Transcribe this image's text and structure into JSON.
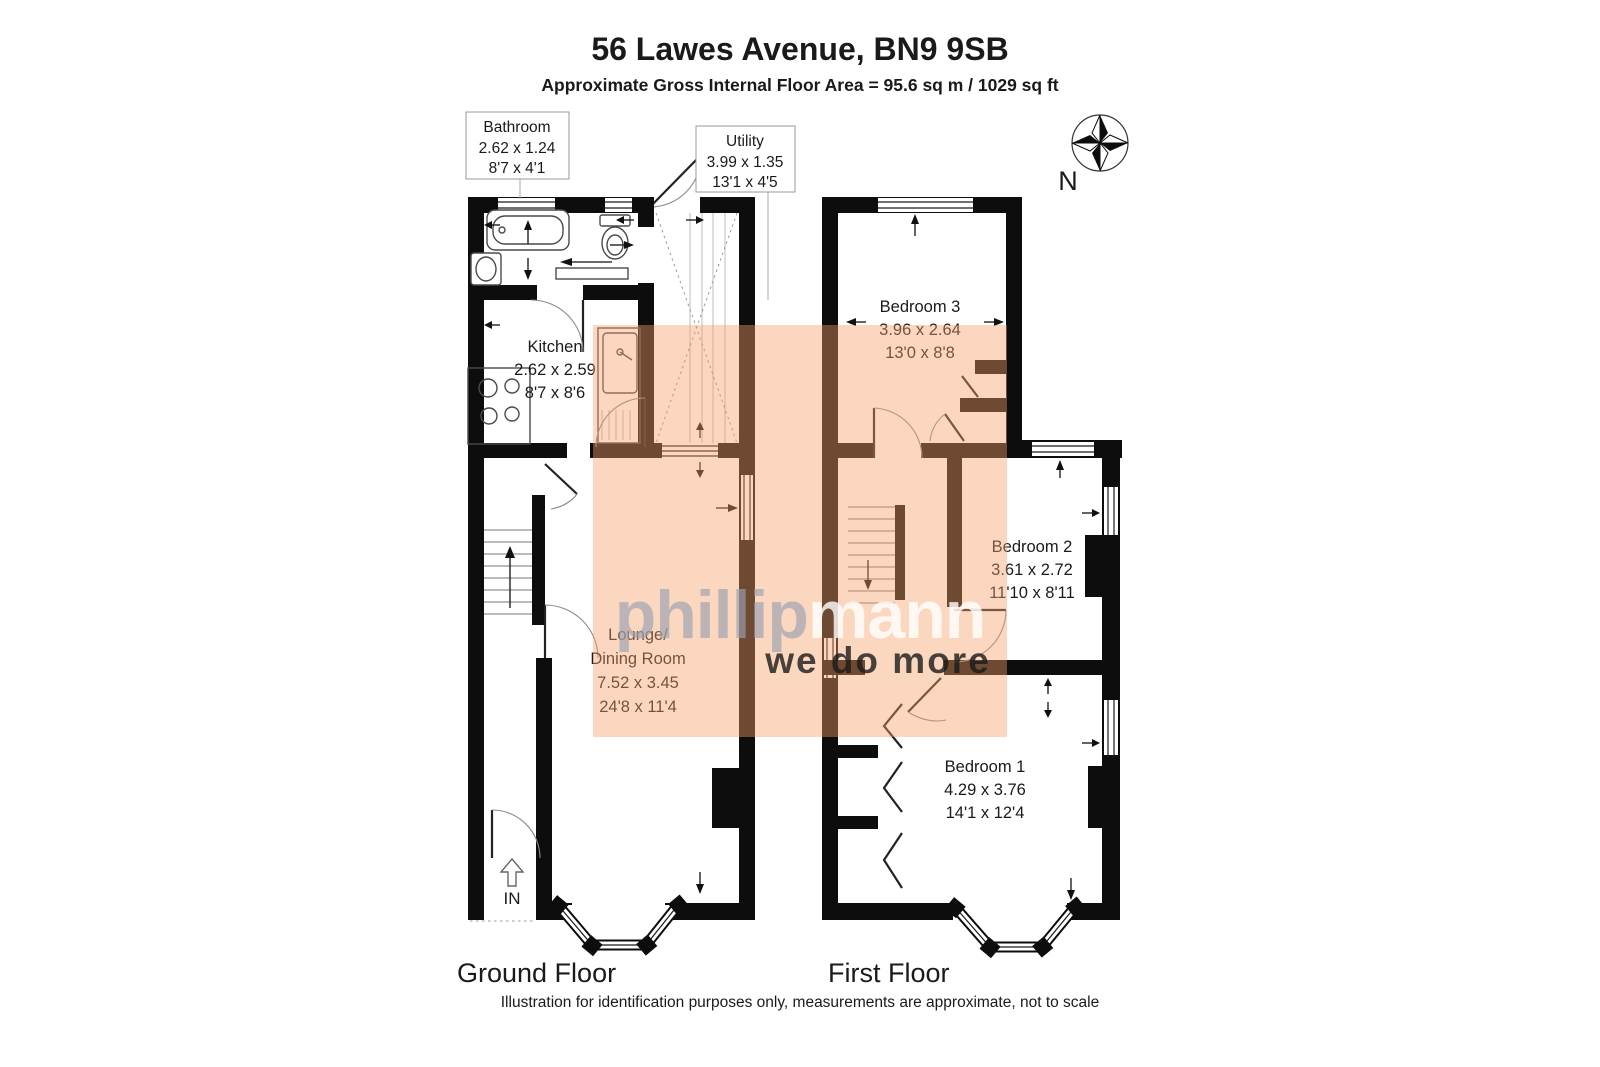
{
  "header": {
    "title": "56 Lawes Avenue, BN9 9SB",
    "subtitle": "Approximate Gross Internal Floor Area = 95.6 sq m / 1029 sq ft"
  },
  "compass": {
    "label": "N"
  },
  "rooms": {
    "bathroom": {
      "name": "Bathroom",
      "metric": "2.62 x 1.24",
      "imperial": "8'7 x 4'1"
    },
    "utility": {
      "name": "Utility",
      "metric": "3.99 x 1.35",
      "imperial": "13'1 x 4'5"
    },
    "kitchen": {
      "name": "Kitchen",
      "metric": "2.62 x 2.59",
      "imperial": "8'7 x 8'6"
    },
    "lounge": {
      "name1": "Lounge/",
      "name2": "Dining Room",
      "metric": "7.52 x 3.45",
      "imperial": "24'8 x 11'4"
    },
    "bedroom3": {
      "name": "Bedroom 3",
      "metric": "3.96 x 2.64",
      "imperial": "13'0 x 8'8"
    },
    "bedroom2": {
      "name": "Bedroom 2",
      "metric": "3.61 x 2.72",
      "imperial": "11'10 x 8'11"
    },
    "bedroom1": {
      "name": "Bedroom 1",
      "metric": "4.29 x 3.76",
      "imperial": "14'1 x 12'4"
    }
  },
  "entrance": {
    "label": "IN"
  },
  "floors": {
    "ground": "Ground Floor",
    "first": "First Floor"
  },
  "watermark": {
    "part1": "phillip",
    "part2": "mann",
    "tagline": "we do more"
  },
  "footer": {
    "disclaimer": "Illustration for identification purposes only, measurements are approximate, not to scale"
  },
  "colors": {
    "wall": "#0d0d0d",
    "overlay": "#f6a066",
    "watermark_gray": "#99a1b0",
    "watermark_white": "#ffffff"
  }
}
